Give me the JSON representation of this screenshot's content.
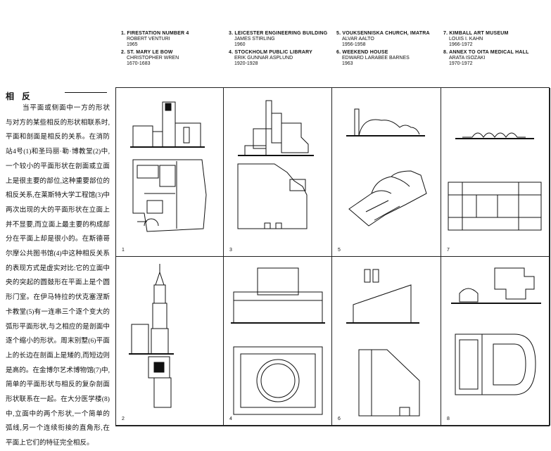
{
  "legend": [
    {
      "title": "1. FIRESTATION NUMBER 4",
      "architect": "ROBERT VENTURI",
      "years": "1965"
    },
    {
      "title": "2. ST. MARY LE BOW",
      "architect": "CHRISTOPHER WREN",
      "years": "1670-1683"
    },
    {
      "title": "3. LEICESTER ENGINEERING BUILDING",
      "architect": "JAMES STIRLING",
      "years": "1960"
    },
    {
      "title": "4. STOCKHOLM PUBLIC LIBRARY",
      "architect": "ERIK GUNNAR ASPLUND",
      "years": "1920-1928"
    },
    {
      "title": "5. VOUKSENNISKA CHURCH, IMATRA",
      "architect": "ALVAR AALTO",
      "years": "1956-1958"
    },
    {
      "title": "6. WEEKEND HOUSE",
      "architect": "EDWARD LARABEE BARNES",
      "years": "1963"
    },
    {
      "title": "7. KIMBALL ART MUSEUM",
      "architect": "LOUIS I. KAHN",
      "years": "1966-1972"
    },
    {
      "title": "8. ANNEX TO OITA MEDICAL HALL",
      "architect": "ARATA ISOZAKI",
      "years": "1970-1972"
    }
  ],
  "section": {
    "heading": "相 反",
    "body": "当平面或侧面中一方的形状与对方的某些相反的形状相联系时,平面和剖面是相反的关系。在消防站4号(1)和圣玛丽·勒·博教堂(2)中,一个较小的平面形状在剖面或立面上是很主要的部位,这种重要部位的相反关系,在莱斯特大学工程馆(3)中两次出现的大的平面形状在立面上并不显要,而立面上最主要的构成部分在平面上却是很小的。在斯德哥尔摩公共图书馆(4)中这种相反关系的表现方式是虚实对比:它的立面中央的突起的圆鼓形在平面上是个圆形门室。在伊马特拉的伏克塞涅斯卡教堂(5)有一连串三个逐个变大的弧形平面形状,与之相应的是剖面中逐个缩小的形状。周末别墅(6)平面上的长边在剖面上是矮的,而短边则是高的。在金博尔艺术博物馆(7)中,简单的平面形状与相反的复杂剖面形状联系在一起。在大分医学楼(8)中,立面中的两个形状,一个简单的弧线,另一个连续衔接的直角形,在平面上它们的特征完全相反。"
  },
  "plates": [
    {
      "number": "1"
    },
    {
      "number": "3"
    },
    {
      "number": "5"
    },
    {
      "number": "7"
    },
    {
      "number": "2"
    },
    {
      "number": "4"
    },
    {
      "number": "6"
    },
    {
      "number": "8"
    }
  ]
}
